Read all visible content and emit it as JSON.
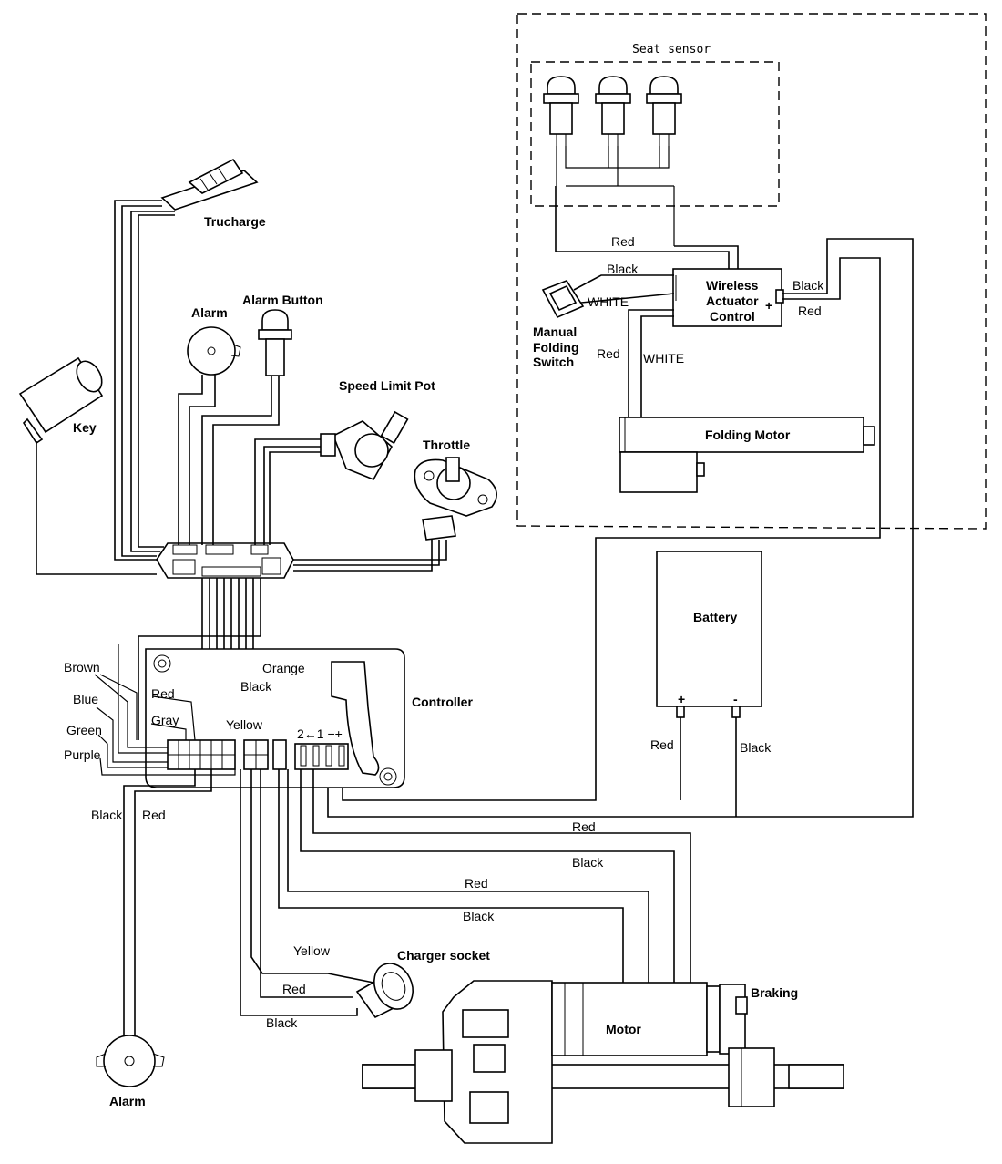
{
  "labels": {
    "seat_sensor": "Seat sensor",
    "trucharge": "Trucharge",
    "alarm_top": "Alarm",
    "alarm_button": "Alarm Button",
    "key": "Key",
    "speed_limit_pot": "Speed Limit Pot",
    "throttle": "Throttle",
    "wireless_line1": "Wireless",
    "wireless_line2": "Actuator",
    "wireless_line3": "Control",
    "manual_line1": "Manual",
    "manual_line2": "Folding",
    "manual_line3": "Switch",
    "folding_motor": "Folding Motor",
    "battery": "Battery",
    "controller": "Controller",
    "charger_socket": "Charger socket",
    "braking": "Braking",
    "motor": "Motor",
    "alarm_bottom": "Alarm",
    "controller_terminals": "2←1  −+"
  },
  "wire_labels": {
    "red_seat": "Red",
    "black_seat": "Black",
    "white_switch": "WHITE",
    "red_switch": "Red",
    "white_motor": "WHITE",
    "black_wac": "Black",
    "red_wac": "Red",
    "brown": "Brown",
    "red_ctrl": "Red",
    "black_ctrl": "Black",
    "orange": "Orange",
    "blue": "Blue",
    "gray": "Gray",
    "yellow_ctrl": "Yellow",
    "green": "Green",
    "purple": "Purple",
    "red_batt": "Red",
    "black_batt": "Black",
    "black_alarm": "Black",
    "red_alarm": "Red",
    "red_motor1": "Red",
    "black_motor1": "Black",
    "red_motor2": "Red",
    "black_motor2": "Black",
    "yellow_charger": "Yellow",
    "red_charger": "Red",
    "black_charger": "Black"
  }
}
